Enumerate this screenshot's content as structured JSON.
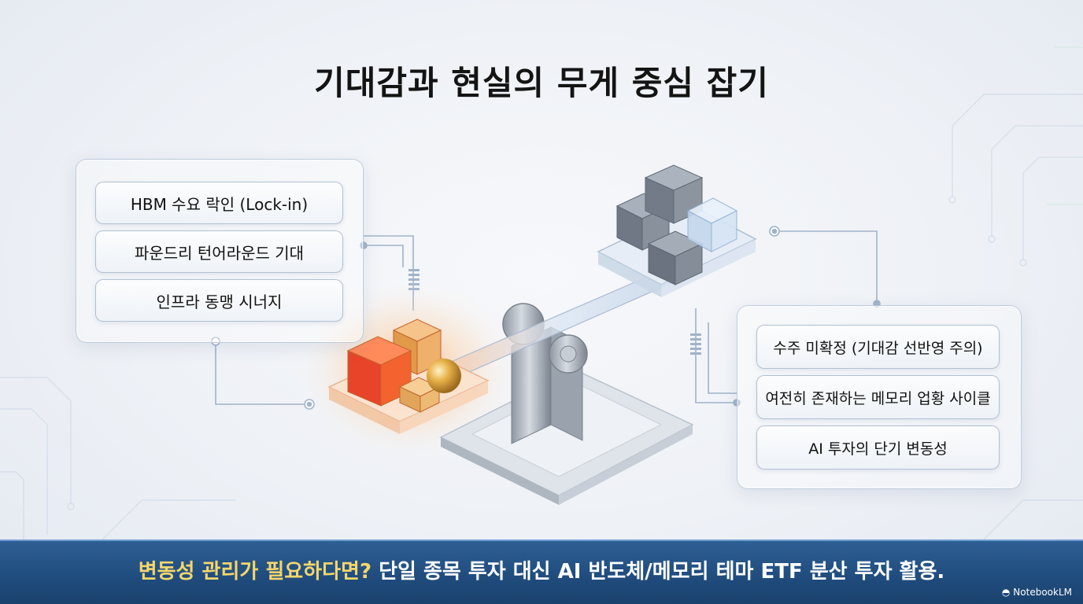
{
  "title": "기대감과 현실의 무게 중심 잡기",
  "left_panel": {
    "items": [
      "HBM 수요 락인 (Lock-in)",
      "파운드리 턴어라운드 기대",
      "인프라 동맹 시너지"
    ]
  },
  "right_panel": {
    "items": [
      "수주 미확정 (기대감 선반영 주의)",
      "여전히 존재하는 메모리 업황 사이클",
      "AI 투자의 단기 변동성"
    ]
  },
  "banner": {
    "highlight": "변동성 관리가 필요하다면?",
    "text": " 단일 종목 투자 대신 AI 반도체/메모리 테마 ETF 분산 투자 활용."
  },
  "brand": {
    "name": "NotebookLM",
    "icon": "notebooklm-logo-icon"
  },
  "colors": {
    "banner_bg": "#1f4b7c",
    "banner_highlight": "#f5d66b",
    "warm_block": "#f05a2a",
    "cool_block": "#7f8a99"
  }
}
